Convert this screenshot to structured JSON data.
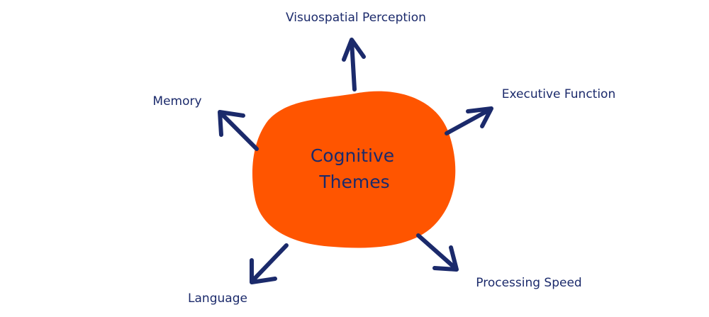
{
  "colors": {
    "blob": "#FF5500",
    "ink": "#1B2A6B",
    "background": "#FFFFFF"
  },
  "center": {
    "line1": "Cognitive",
    "line2": "Themes"
  },
  "themes": {
    "visuospatial": "Visuospatial Perception",
    "executive": "Executive Function",
    "memory": "Memory",
    "language": "Language",
    "processing": "Processing Speed"
  }
}
